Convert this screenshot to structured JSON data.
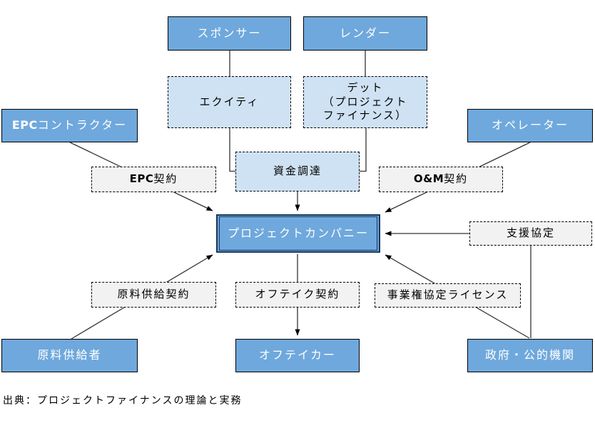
{
  "diagram": {
    "caption": "出典：プロジェクトファイナンスの理論と実務",
    "colors": {
      "solid_fill": "#6FA8DC",
      "light_blue_fill": "#CFE2F3",
      "gray_fill": "#F2F2F2",
      "box_border": "#000000",
      "center_border": "#17375E",
      "line": "#333333"
    },
    "nodes": [
      {
        "id": "sponsor",
        "bold_prefix": "",
        "label": "スポンサー"
      },
      {
        "id": "lender",
        "bold_prefix": "",
        "label": "レンダー"
      },
      {
        "id": "equity",
        "bold_prefix": "",
        "label": "エクイティ"
      },
      {
        "id": "debt",
        "bold_prefix": "",
        "label": "デット\n（プロジェクト\nファイナンス）"
      },
      {
        "id": "epc-contractor",
        "bold_prefix": "EPC",
        "label": "コントラクター"
      },
      {
        "id": "operator",
        "bold_prefix": "",
        "label": "オペレーター"
      },
      {
        "id": "epc-contract",
        "bold_prefix": "EPC",
        "label": "契約"
      },
      {
        "id": "funding",
        "bold_prefix": "",
        "label": "資金調達"
      },
      {
        "id": "om-contract",
        "bold_prefix": "O&M",
        "label": "契約"
      },
      {
        "id": "project-company",
        "bold_prefix": "",
        "label": "プロジェクトカンパニー"
      },
      {
        "id": "support-agreement",
        "bold_prefix": "",
        "label": "支援協定"
      },
      {
        "id": "supply-contract",
        "bold_prefix": "",
        "label": "原料供給契約"
      },
      {
        "id": "offtake-contract",
        "bold_prefix": "",
        "label": "オフテイク契約"
      },
      {
        "id": "license",
        "bold_prefix": "",
        "label": "事業権協定ライセンス"
      },
      {
        "id": "raw-supplier",
        "bold_prefix": "",
        "label": "原料供給者"
      },
      {
        "id": "offtaker",
        "bold_prefix": "",
        "label": "オフテイカー"
      },
      {
        "id": "government",
        "bold_prefix": "",
        "label": "政府・公的機関"
      }
    ]
  }
}
